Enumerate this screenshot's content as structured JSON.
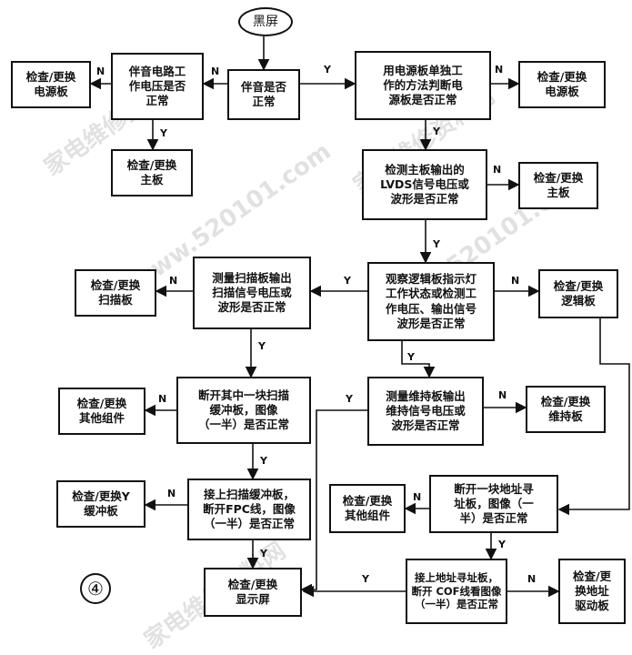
{
  "nodes": {
    "start": "黑屏",
    "audio_check": "伴音是否\n正常",
    "audio_circuit": "伴音电路工\n作电压是否\n正常",
    "replace_power_1": "检查/更换\n电源板",
    "replace_main_1": "检查/更换\n主板",
    "power_board_test": "用电源板单独工\n作的方法判断电\n源板是否正常",
    "replace_power_2": "检查/更换\n电源板",
    "lvds_check": "检测主板输出的\nLVDS信号电压或\n波形是否正常",
    "replace_main_2": "检查/更换\n主板",
    "logic_check": "观察逻辑板指示灯\n工作状态或检测工\n作电压、输出信号\n波形是否正常",
    "replace_logic": "检查/更换\n逻辑板",
    "scan_check": "测量扫描板输出\n扫描信号电压或\n波形是否正常",
    "replace_scan": "检查/更换\n扫描板",
    "scan_buffer_disc": "断开其中一块扫描\n缓冲板，图像\n（一半）是否正常",
    "replace_other_1": "检查/更换\n其他组件",
    "scan_buffer_reconnect": "接上扫描缓冲板，\n断开FPC线，图像\n（一半）是否正常",
    "replace_y_buffer": "检查/更换Y\n缓冲板",
    "replace_display": "检查/更换\n显示屏",
    "sustain_check": "测量维持板输出\n维持信号电压或\n波形是否正常",
    "replace_sustain": "检查/更换\n维持板",
    "addr_disc": "断开一块地址寻\n址板，图像（一\n半）是否正常",
    "replace_other_2": "检查/更换\n其他组件",
    "addr_reconnect": "接上地址寻址板，\n断开 COF线看图像\n（一半）是否正常",
    "replace_addr_drive": "检查/更\n换地址\n驱动板"
  },
  "labels": {
    "yes": "Y",
    "no": "N"
  },
  "figure_number": "④",
  "watermarks": [
    "家电维修资料网",
    "www.520101.com"
  ]
}
